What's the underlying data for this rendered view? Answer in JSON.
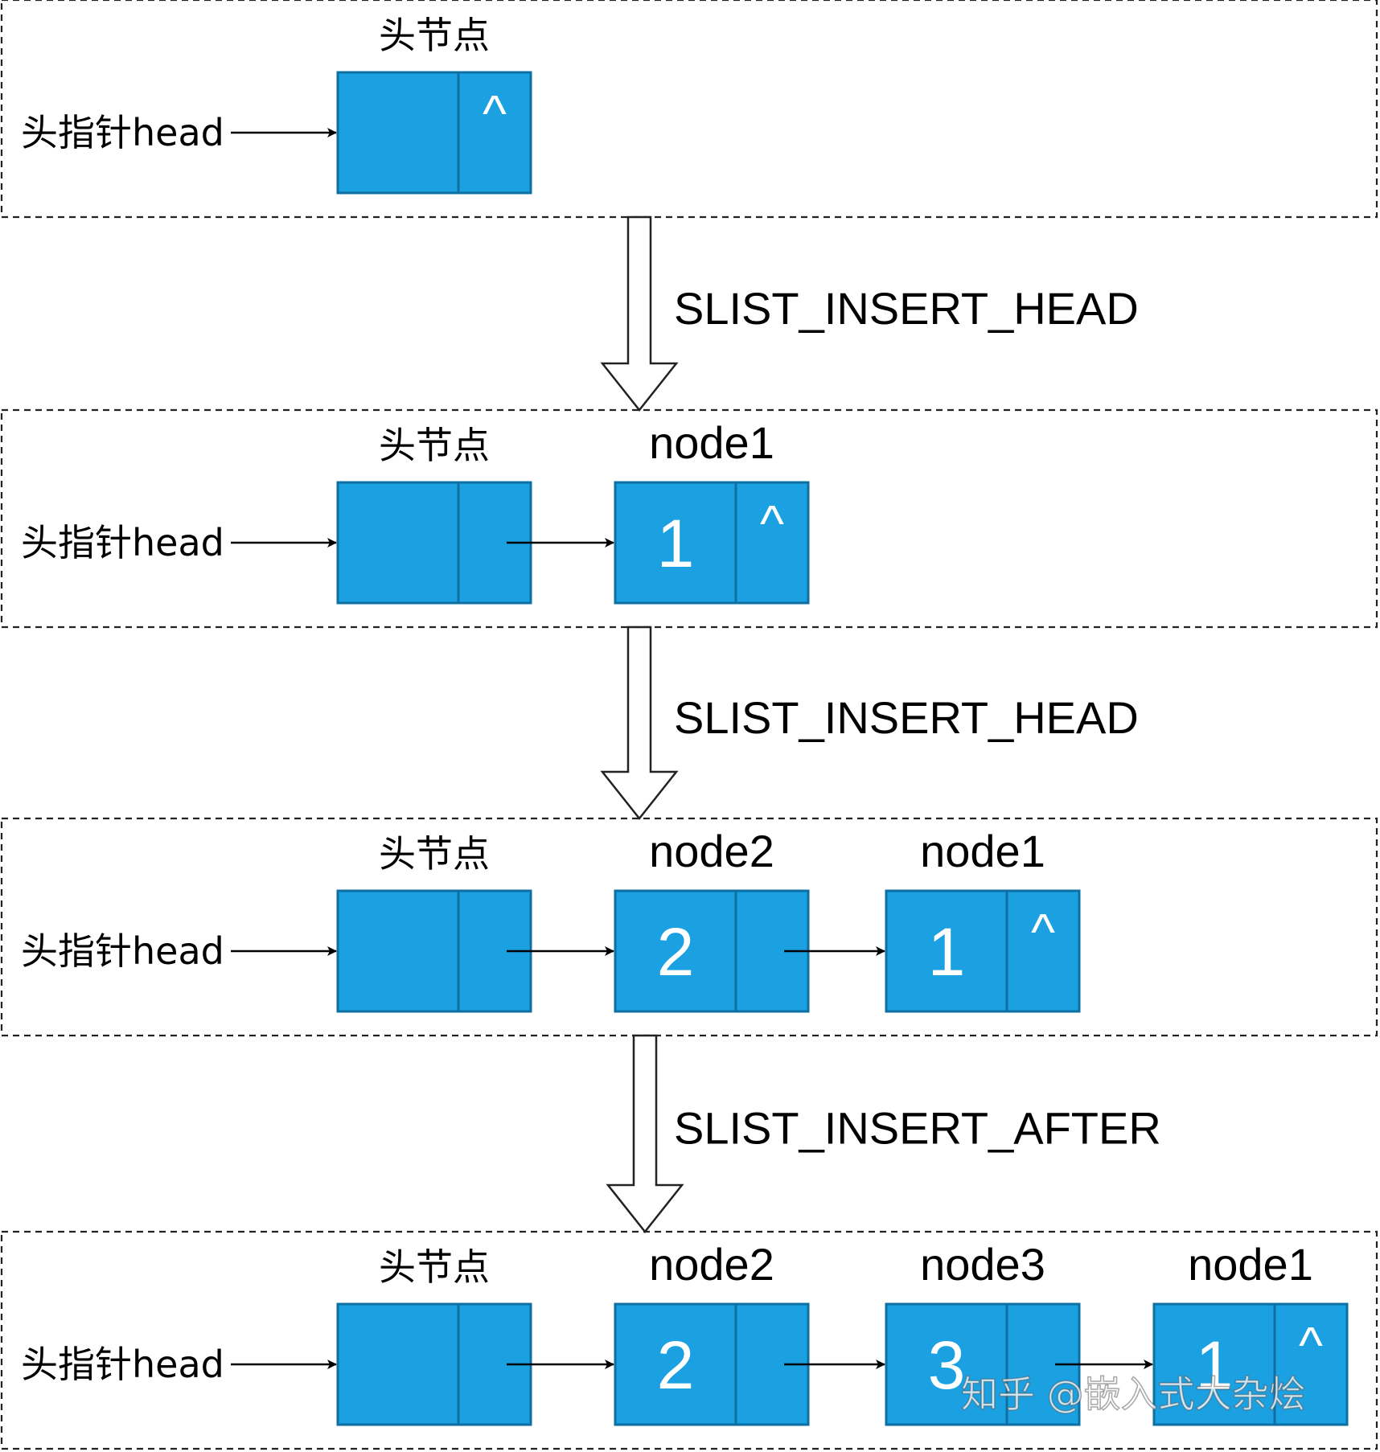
{
  "head_pointer_label": "头指针head",
  "head_node_label": "头节点",
  "null_symbol": "^",
  "accent_color": "#1ba1e2",
  "operations": [
    "SLIST_INSERT_HEAD",
    "SLIST_INSERT_HEAD",
    "SLIST_INSERT_AFTER"
  ],
  "stages": [
    {
      "nodes": []
    },
    {
      "nodes": [
        {
          "label": "node1",
          "value": "1"
        }
      ]
    },
    {
      "nodes": [
        {
          "label": "node2",
          "value": "2"
        },
        {
          "label": "node1",
          "value": "1"
        }
      ]
    },
    {
      "nodes": [
        {
          "label": "node2",
          "value": "2"
        },
        {
          "label": "node3",
          "value": "3"
        },
        {
          "label": "node1",
          "value": "1"
        }
      ]
    }
  ],
  "watermark": "知乎 @嵌入式大杂烩"
}
